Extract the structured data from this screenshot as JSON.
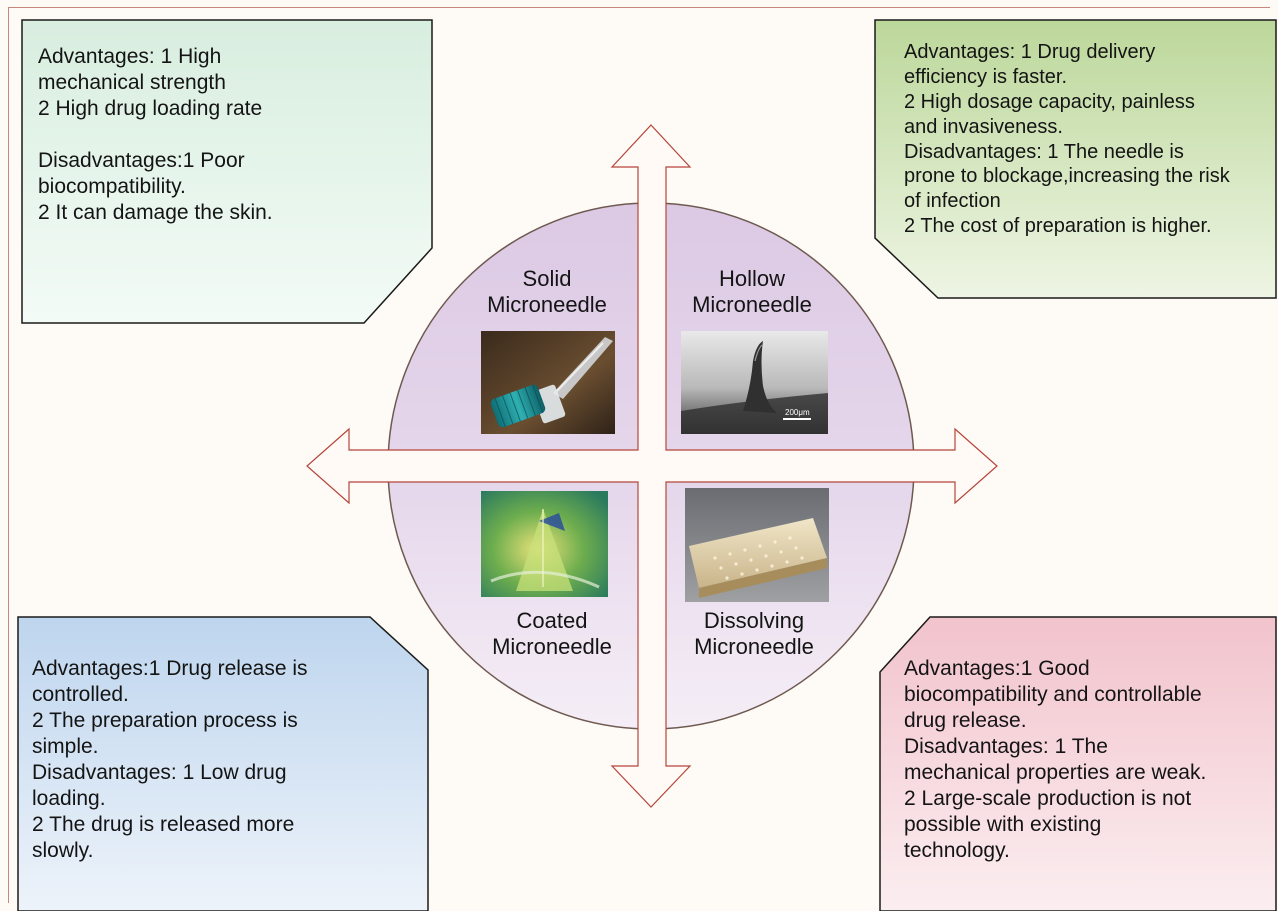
{
  "boxes": {
    "solid": {
      "text": "Advantages: 1 High\nmechanical strength\n2 High drug loading rate\n\nDisadvantages:1 Poor\nbiocompatibility.\n2 It can damage the skin.",
      "gradient": [
        "#d8eedf",
        "#f3fbf6"
      ]
    },
    "hollow": {
      "text": "Advantages: 1 Drug delivery\nefficiency is faster.\n2 High dosage capacity, painless\nand invasiveness.\nDisadvantages: 1 The needle is\nprone to blockage,increasing the risk\nof infection\n2 The cost of preparation is higher.",
      "gradient": [
        "#bcd79a",
        "#eef5e4"
      ]
    },
    "coated": {
      "text": "Advantages:1 Drug release is\ncontrolled.\n2 The preparation process is\nsimple.\nDisadvantages: 1 Low drug\nloading.\n2 The drug is released more\nslowly.",
      "gradient": [
        "#bed5ee",
        "#edf3fa"
      ]
    },
    "dissolving": {
      "text": "Advantages:1 Good\nbiocompatibility and controllable\ndrug release.\nDisadvantages: 1 The\nmechanical properties are weak.\n2 Large-scale production is not\npossible with existing\ntechnology.",
      "gradient": [
        "#f2c3cc",
        "#fbeef0"
      ]
    }
  },
  "labels": {
    "solid": "Solid\nMicroneedle",
    "hollow": "Hollow\nMicroneedle",
    "coated": "Coated\nMicroneedle",
    "dissolving": "Dissolving\nMicroneedle"
  },
  "scale_bar": "200μm",
  "colors": {
    "circle_top": "#dcc9e4",
    "circle_bottom": "#f4ecf5",
    "circle_stroke": "#6e5a50",
    "arrow_stroke": "#b5453a",
    "arrow_fill": "#fffaf5"
  }
}
